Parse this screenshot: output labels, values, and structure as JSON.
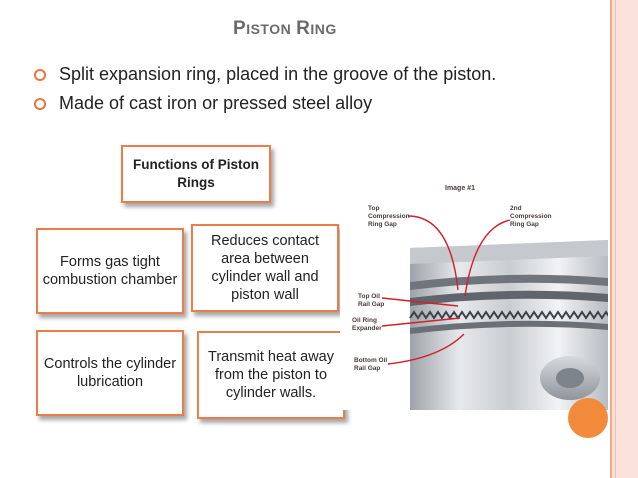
{
  "slide": {
    "title_first_cap_1": "P",
    "title_rest_1": "ISTON",
    "title_first_cap_2": "R",
    "title_rest_2": "ING"
  },
  "bullets": [
    "Split expansion ring, placed in the groove of the piston.",
    "Made of cast iron or pressed steel alloy"
  ],
  "diagram": {
    "heading": "Functions of Piston Rings",
    "functions": [
      "Forms gas tight combustion chamber",
      "Reduces contact area between cylinder wall and piston wall",
      "Controls the cylinder lubrication",
      "Transmit heat away from the piston to cylinder walls."
    ]
  },
  "photo": {
    "caption": "Image #1",
    "labels": {
      "top_comp_1": "Top",
      "top_comp_2": "Compression",
      "top_comp_3": "Ring Gap",
      "second_comp_1": "2nd",
      "second_comp_2": "Compression",
      "second_comp_3": "Ring Gap",
      "top_oil_1": "Top Oil",
      "top_oil_2": "Rail Gap",
      "oil_exp_1": "Oil Ring",
      "oil_exp_2": "Expander",
      "bottom_oil_1": "Bottom Oil",
      "bottom_oil_2": "Rail Gap"
    }
  },
  "colors": {
    "accent": "#ea7d48",
    "side_bar": "#fbe3dc",
    "title": "#6b6b6b"
  }
}
